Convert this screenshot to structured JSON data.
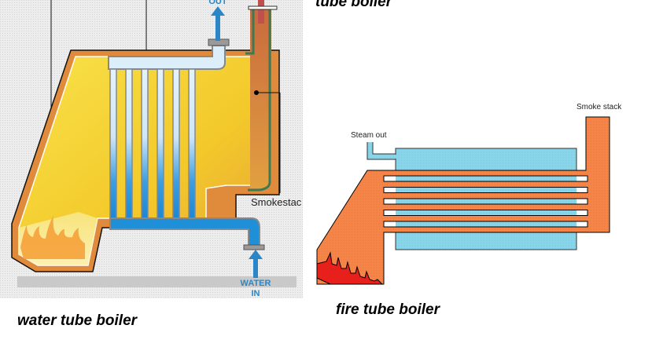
{
  "water_tube_boiler": {
    "caption": "water tube boiler",
    "labels": {
      "steam_out": "OUT",
      "water_in_line1": "WATER",
      "water_in_line2": "IN",
      "smokestack": "Smokestac"
    },
    "colors": {
      "casing": "#e08a3c",
      "furnace": "#f7d62c",
      "water": "#1f8fd8",
      "steam": "#dceefa",
      "pipe": "#9a9a9a",
      "stack_trim": "#3c7a55",
      "stack_smoke": "#c0504d",
      "arrow": "#2a86c6",
      "flame": "#f5a23a",
      "ground": "#c8c8c8",
      "background": "#e6e6e6"
    },
    "tube_count": 6
  },
  "fire_tube_boiler": {
    "caption": "fire tube boiler",
    "title_fragment": "tube boiler",
    "labels": {
      "steam_out": "Steam out",
      "smoke_stack": "Smoke stack"
    },
    "colors": {
      "fire_gas": "#f08c48",
      "water": "#8fd6e6",
      "flame": "#e8201c",
      "outline": "#000000"
    },
    "tube_count": 5
  }
}
